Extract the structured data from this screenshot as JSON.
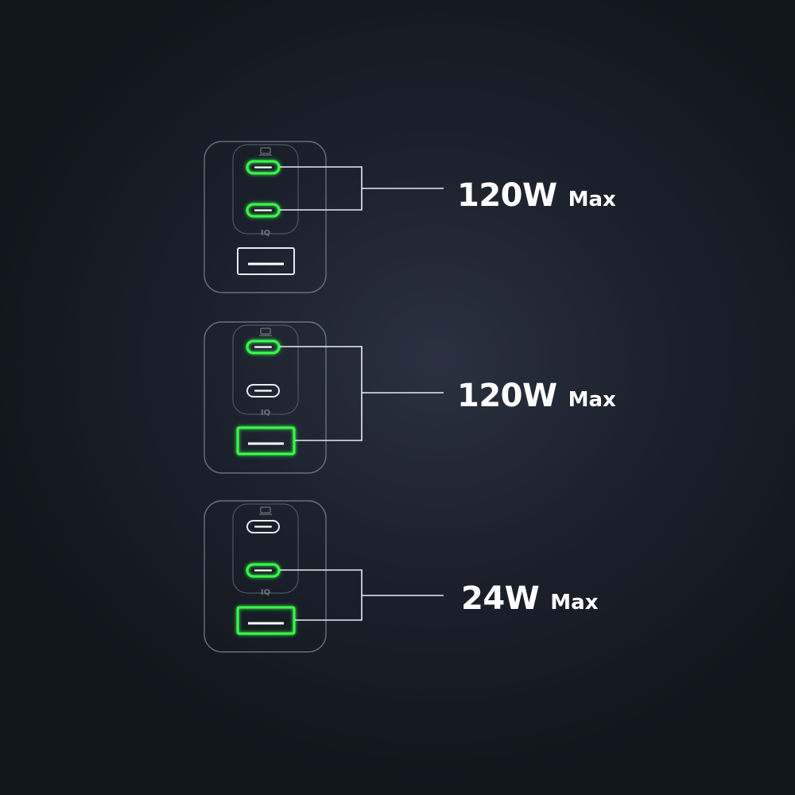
{
  "configs": [
    {
      "watt": "120W",
      "max": "Max",
      "ports": [
        {
          "kind": "usb-c",
          "active": true
        },
        {
          "kind": "usb-c",
          "active": true
        },
        {
          "kind": "usb-a",
          "active": false
        }
      ]
    },
    {
      "watt": "120W",
      "max": "Max",
      "ports": [
        {
          "kind": "usb-c",
          "active": true
        },
        {
          "kind": "usb-c",
          "active": false
        },
        {
          "kind": "usb-a",
          "active": true
        }
      ]
    },
    {
      "watt": "24W",
      "max": "Max",
      "ports": [
        {
          "kind": "usb-c",
          "active": false
        },
        {
          "kind": "usb-c",
          "active": true
        },
        {
          "kind": "usb-a",
          "active": true
        }
      ]
    }
  ],
  "charger_logo": "IQ",
  "colors": {
    "active": "#39ff4a",
    "outline": "#cfd6e0",
    "line": "#e8ecf2",
    "text": "#ffffff"
  }
}
